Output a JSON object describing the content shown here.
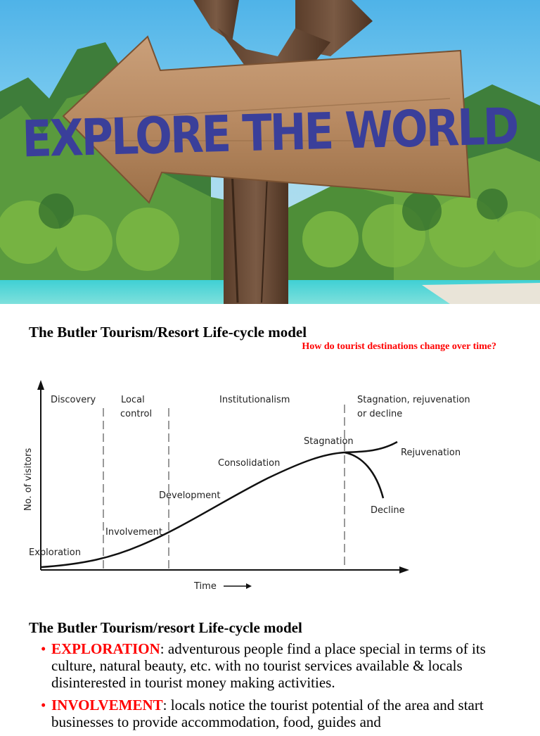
{
  "hero": {
    "sign_text": "EXPLORE THE WORLD"
  },
  "colors": {
    "accent_red": "#ff0000",
    "sign_text": "#3a3f9a"
  },
  "document": {
    "title": "The Butler Tourism/Resort Life-cycle model",
    "question": "How do tourist destinations change over time?",
    "section_title": "The Butler Tourism/resort Life-cycle model",
    "bullets": [
      {
        "term": "EXPLORATION",
        "text": ": adventurous people find a place special in terms of its culture, natural beauty, etc. with no tourist services available & locals disinterested in tourist money making  activities."
      },
      {
        "term": "INVOLVEMENT",
        "text": ": locals notice the tourist potential of the area and start businesses to provide accommodation, food, guides and"
      }
    ]
  },
  "diagram": {
    "y_axis_label": "No. of visitors",
    "x_axis_label": "Time",
    "phases": {
      "discovery": "Discovery",
      "local_control_1": "Local",
      "local_control_2": "control",
      "institutionalism": "Institutionalism",
      "stagnation_header_1": "Stagnation, rejuvenation",
      "stagnation_header_2": "or decline"
    },
    "stages": {
      "exploration": "Exploration",
      "involvement": "Involvement",
      "development": "Development",
      "consolidation": "Consolidation",
      "stagnation": "Stagnation",
      "rejuvenation": "Rejuvenation",
      "decline": "Decline"
    }
  }
}
